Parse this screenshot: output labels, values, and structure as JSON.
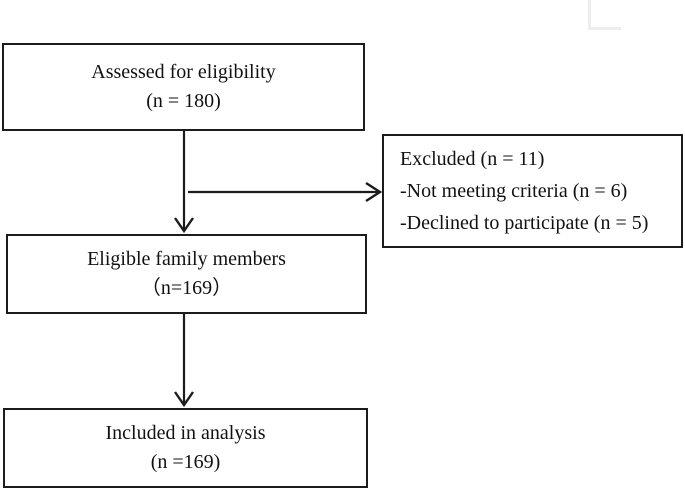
{
  "flow": {
    "boxes": {
      "assessed": {
        "lines": [
          "Assessed for eligibility",
          "(n = 180)"
        ]
      },
      "excluded": {
        "lines": [
          "Excluded (n = 11)",
          "-Not meeting criteria (n = 6)",
          "-Declined to participate (n = 5)"
        ]
      },
      "eligible": {
        "lines": [
          "Eligible family members",
          "（n=169）"
        ]
      },
      "included": {
        "lines": [
          "Included in analysis",
          "(n =169)"
        ]
      }
    },
    "colors": {
      "border": "#1c1c1c",
      "arrow": "#1c1c1c",
      "background": "#ffffff",
      "artifact": "#ededed"
    }
  }
}
